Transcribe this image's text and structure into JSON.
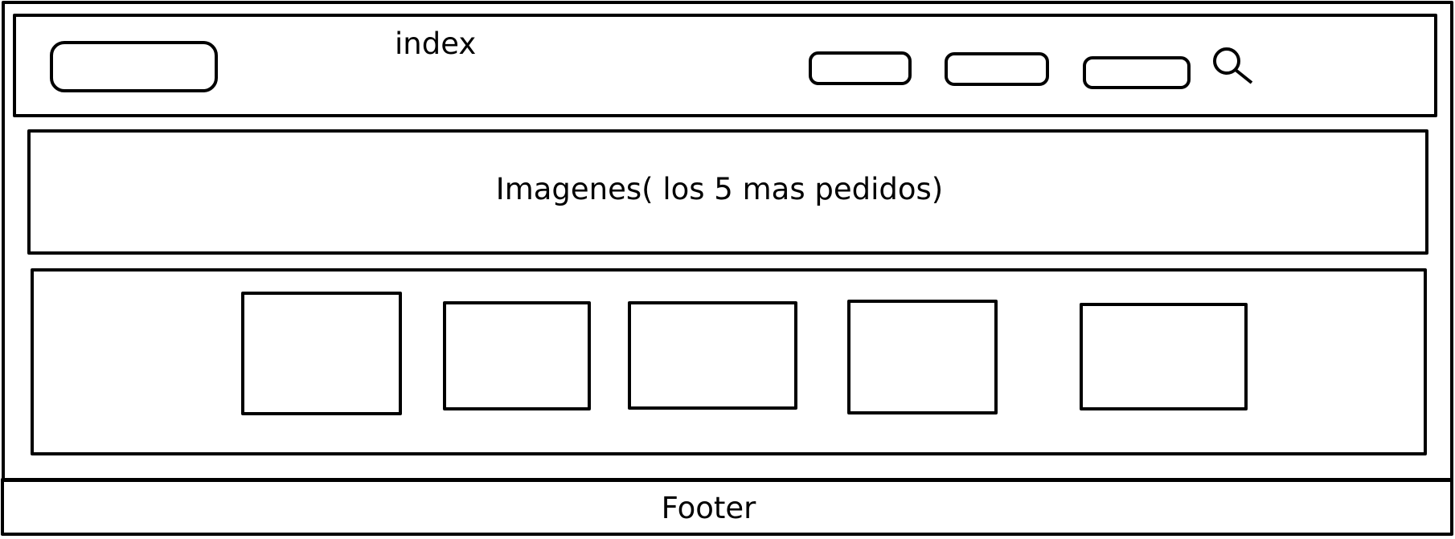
{
  "header": {
    "title": "index",
    "logo": {
      "icon": "rounded-rectangle-placeholder"
    },
    "nav_buttons": [
      {
        "icon": "rounded-rectangle-placeholder"
      },
      {
        "icon": "rounded-rectangle-placeholder"
      },
      {
        "icon": "rounded-rectangle-placeholder"
      }
    ],
    "search": {
      "icon": "search-icon"
    }
  },
  "banner": {
    "text": "Imagenes( los 5 mas pedidos)"
  },
  "gallery": {
    "item_count": 5
  },
  "footer": {
    "text": "Footer"
  },
  "colors": {
    "stroke": "#000000",
    "background": "#ffffff"
  }
}
